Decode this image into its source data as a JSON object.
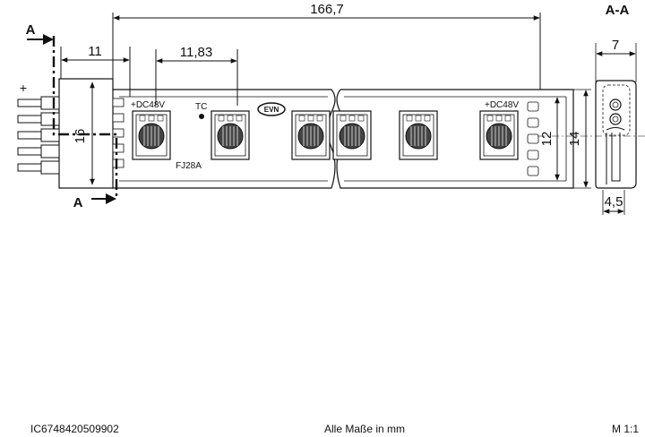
{
  "dimensions": {
    "overall_length": "166,7",
    "connector_length": "11",
    "led_pitch": "11,83",
    "connector_height": "16",
    "strip_inner_height": "12",
    "strip_outer_height": "14",
    "profile_width": "7",
    "profile_height": "4,5"
  },
  "labels": {
    "section_mark": "A",
    "section_title": "A-A",
    "plus": "+",
    "voltage_left": "+DC48V",
    "voltage_right": "+DC48V",
    "tc": "TC",
    "model": "FJ28A",
    "logo": "EVN"
  },
  "footer": {
    "article_number": "IC6748420509902",
    "units_note": "Alle Maße in mm",
    "scale": "M 1:1"
  }
}
